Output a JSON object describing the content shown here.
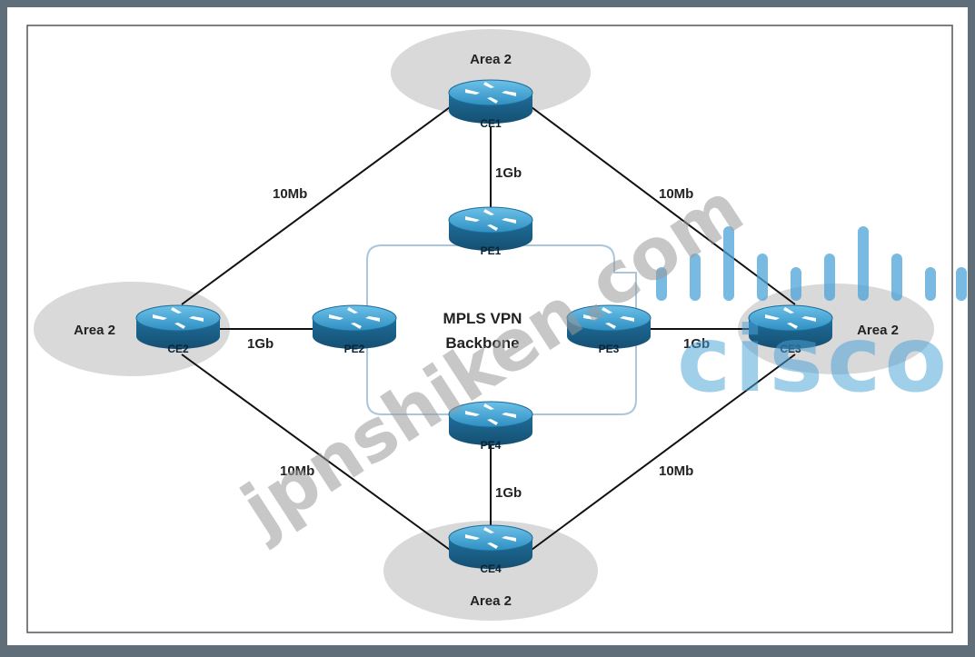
{
  "diagram": {
    "routers": [
      {
        "id": "CE1",
        "label": "CE1"
      },
      {
        "id": "CE2",
        "label": "CE2"
      },
      {
        "id": "CE3",
        "label": "CE3"
      },
      {
        "id": "CE4",
        "label": "CE4"
      },
      {
        "id": "PE1",
        "label": "PE1"
      },
      {
        "id": "PE2",
        "label": "PE2"
      },
      {
        "id": "PE3",
        "label": "PE3"
      },
      {
        "id": "PE4",
        "label": "PE4"
      }
    ],
    "areas": [
      {
        "id": "area-ce1",
        "label": "Area 2"
      },
      {
        "id": "area-ce2",
        "label": "Area 2"
      },
      {
        "id": "area-ce3",
        "label": "Area 2"
      },
      {
        "id": "area-ce4",
        "label": "Area 2"
      }
    ],
    "links": [
      {
        "from": "CE1",
        "to": "CE2",
        "label": "10Mb"
      },
      {
        "from": "CE1",
        "to": "CE3",
        "label": "10Mb"
      },
      {
        "from": "CE2",
        "to": "CE4",
        "label": "10Mb"
      },
      {
        "from": "CE4",
        "to": "CE3",
        "label": "10Mb"
      },
      {
        "from": "CE1",
        "to": "PE1",
        "label": "1Gb"
      },
      {
        "from": "CE2",
        "to": "PE2",
        "label": "1Gb"
      },
      {
        "from": "PE3",
        "to": "CE3",
        "label": "1Gb"
      },
      {
        "from": "PE4",
        "to": "CE4",
        "label": "1Gb"
      }
    ],
    "core": {
      "line1": "MPLS VPN",
      "line2": "Backbone"
    }
  },
  "watermark": {
    "text": "jpnshiken.com",
    "logo_text": "cisco"
  },
  "colors": {
    "router": "#2b7fad",
    "router_top": "#4aa6d3",
    "area": "#d9d9d9",
    "cloud": "#a9c7dc",
    "logo": "#4ba3d8",
    "frame": "#5f6e78"
  }
}
